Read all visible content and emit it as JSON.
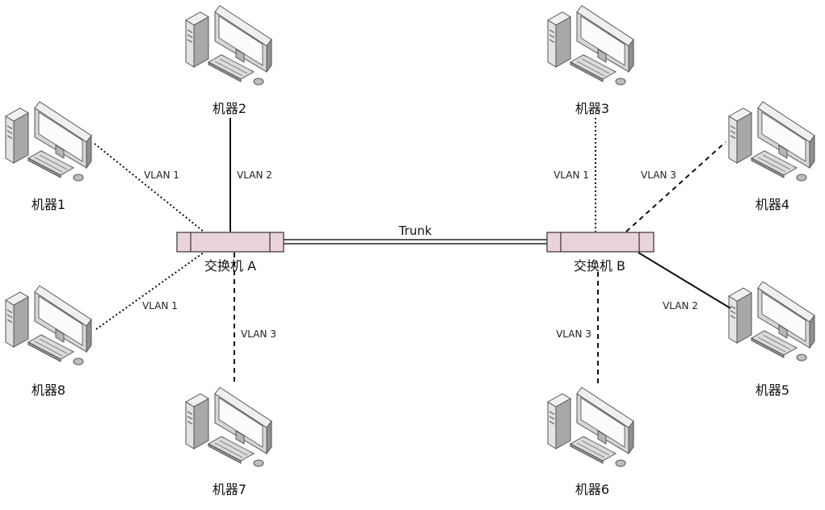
{
  "diagram": {
    "machines": {
      "m1": {
        "label": "机器1",
        "icon": "desktop-computer-icon"
      },
      "m2": {
        "label": "机器2",
        "icon": "desktop-computer-icon"
      },
      "m3": {
        "label": "机器3",
        "icon": "desktop-computer-icon"
      },
      "m4": {
        "label": "机器4",
        "icon": "desktop-computer-icon"
      },
      "m5": {
        "label": "机器5",
        "icon": "desktop-computer-icon"
      },
      "m6": {
        "label": "机器6",
        "icon": "desktop-computer-icon"
      },
      "m7": {
        "label": "机器7",
        "icon": "desktop-computer-icon"
      },
      "m8": {
        "label": "机器8",
        "icon": "desktop-computer-icon"
      }
    },
    "switches": {
      "a": {
        "label": "交换机 A"
      },
      "b": {
        "label": "交换机 B"
      }
    },
    "trunk": {
      "label": "Trunk"
    },
    "links": {
      "a_m1": {
        "label": "VLAN 1",
        "style": "dotted"
      },
      "a_m2": {
        "label": "VLAN 2",
        "style": "solid"
      },
      "a_m8": {
        "label": "VLAN 1",
        "style": "dotted"
      },
      "a_m7": {
        "label": "VLAN 3",
        "style": "dashed"
      },
      "b_m3": {
        "label": "VLAN 1",
        "style": "dotted"
      },
      "b_m4": {
        "label": "VLAN 3",
        "style": "dashed"
      },
      "b_m5": {
        "label": "VLAN 2",
        "style": "solid"
      },
      "b_m6": {
        "label": "VLAN 3",
        "style": "dashed"
      }
    },
    "colors": {
      "switch_fill": "#ebd3da",
      "switch_stroke": "#333333",
      "computer_body": "#d9d9d9",
      "computer_screen": "#fbfbfb",
      "line": "#111111"
    }
  }
}
